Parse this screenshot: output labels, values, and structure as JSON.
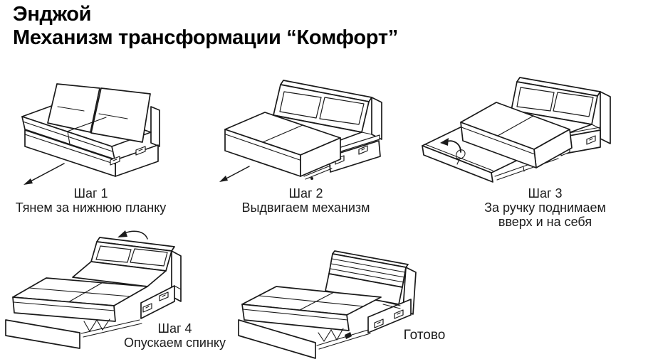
{
  "page": {
    "background": "#ffffff",
    "line_color": "#1a1a1a",
    "text_color": "#1c1c1c"
  },
  "header": {
    "title_line1": "Энджой",
    "title_line2": "Механизм трансформации “Комфорт”"
  },
  "steps": [
    {
      "label": "Шаг 1",
      "caption_lines": [
        "Тянем за нижнюю планку"
      ]
    },
    {
      "label": "Шаг 2",
      "caption_lines": [
        "Выдвигаем механизм"
      ]
    },
    {
      "label": "Шаг 3",
      "caption_lines": [
        "За ручку поднимаем",
        "вверх и на себя"
      ]
    },
    {
      "label": "Шаг 4",
      "caption_lines": [
        "Опускаем спинку"
      ]
    }
  ],
  "result_label": "Готово",
  "icons": {
    "step1_arrow": "pull-direction-arrow",
    "step2_arrow": "pull-direction-arrow",
    "step3_arrow": "lift-up-arrow",
    "step4_arrow": "fold-down-arrow"
  }
}
